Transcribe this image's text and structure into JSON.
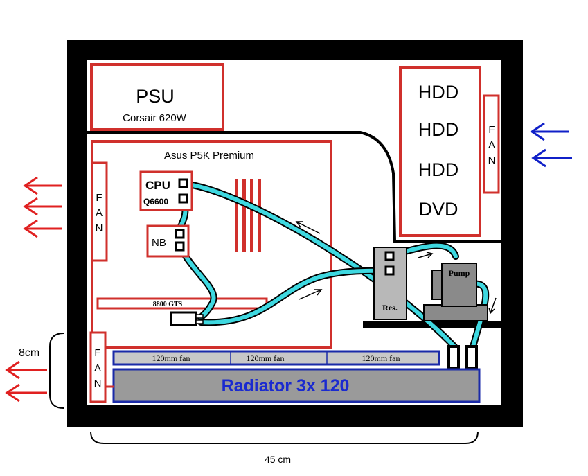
{
  "labels": {
    "psu_title": "PSU",
    "psu_model": "Corsair 620W",
    "hdd1": "HDD",
    "hdd2": "HDD",
    "hdd3": "HDD",
    "dvd": "DVD",
    "front_fan": [
      "F",
      "A",
      "N"
    ],
    "rear_fan_top": [
      "F",
      "A",
      "N"
    ],
    "rear_fan_bottom": [
      "F",
      "A",
      "N"
    ],
    "motherboard": "Asus P5K Premium",
    "cpu": "CPU",
    "cpu_model": "Q6600",
    "nb": "NB",
    "gpu": "8800 GTS",
    "reservoir": "Res.",
    "pump": "Pump",
    "fan_strip": [
      "120mm fan",
      "120mm fan",
      "120mm fan"
    ],
    "radiator": "Radiator 3x 120",
    "height_dim": "8cm",
    "width_dim": "45 cm"
  },
  "colors": {
    "case_frame": "#000000",
    "component_outline": "#d0302c",
    "tubing": "#3ed8e0",
    "intake_arrows": "#1020c8",
    "exhaust_arrows": "#e02020",
    "radiator_fill": "#9a9a9a",
    "radiator_border": "#1a2aa8",
    "radiator_text": "#1a2ad0",
    "pump_fill": "#8a8a8a",
    "reservoir_fill": "#b8b8b8"
  }
}
